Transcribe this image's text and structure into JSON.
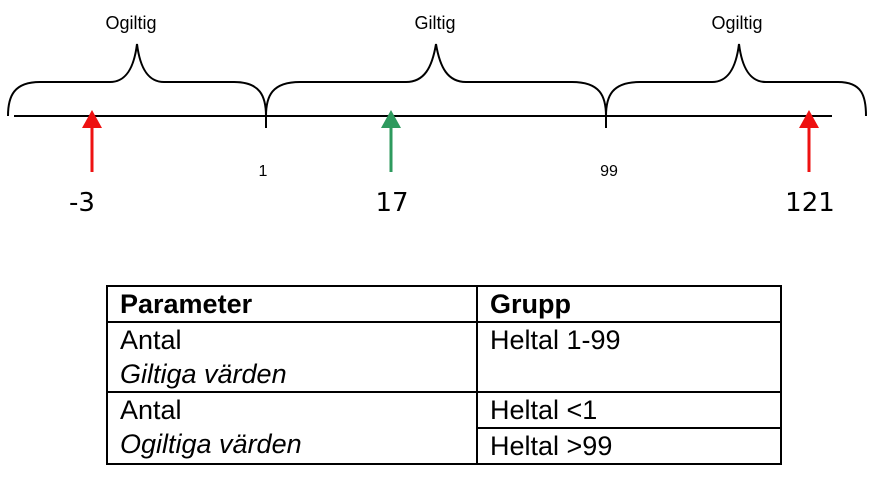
{
  "diagram": {
    "regions": [
      {
        "label": "Ogiltig",
        "status": "invalid"
      },
      {
        "label": "Giltig",
        "status": "valid"
      },
      {
        "label": "Ogiltig",
        "status": "invalid"
      }
    ],
    "boundaries": [
      "1",
      "99"
    ],
    "test_values": [
      {
        "label": "-3",
        "status": "invalid"
      },
      {
        "label": "17",
        "status": "valid"
      },
      {
        "label": "121",
        "status": "invalid"
      }
    ],
    "colors": {
      "invalid_arrow": "#ee1111",
      "valid_arrow": "#2e9a5e",
      "line": "#000000"
    }
  },
  "table": {
    "headers": [
      "Parameter",
      "Grupp"
    ],
    "rows": [
      {
        "param": "Antal",
        "param_sub": "Giltiga värden",
        "groups": [
          "Heltal 1-99"
        ]
      },
      {
        "param": "Antal",
        "param_sub": "Ogiltiga värden",
        "groups": [
          "Heltal <1",
          "Heltal >99"
        ]
      }
    ]
  }
}
